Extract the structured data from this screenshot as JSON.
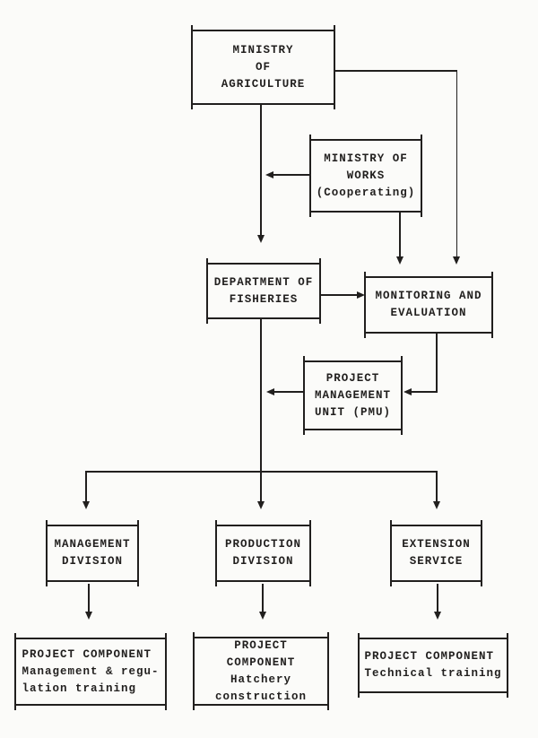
{
  "colors": {
    "ink": "#211f1e",
    "paper": "#fbfbf9"
  },
  "boxes": {
    "ministry_agriculture": {
      "label": "MINISTRY\nOF\nAGRICULTURE"
    },
    "ministry_works": {
      "label": "MINISTRY OF\nWORKS\n(Cooperating)"
    },
    "department_fisheries": {
      "label": "DEPARTMENT OF\nFISHERIES"
    },
    "monitoring_evaluation": {
      "label": "MONITORING AND\nEVALUATION"
    },
    "pmu": {
      "label": "PROJECT\nMANAGEMENT\nUNIT (PMU)"
    },
    "management_division": {
      "label": "MANAGEMENT\nDIVISION"
    },
    "production_division": {
      "label": "PRODUCTION\nDIVISION"
    },
    "extension_service": {
      "label": "EXTENSION\nSERVICE"
    },
    "component_management": {
      "label": "PROJECT COMPONENT\nManagement & regu-\nlation training"
    },
    "component_hatchery": {
      "label": "PROJECT COMPONENT\nHatchery\nconstruction"
    },
    "component_technical": {
      "label": "PROJECT COMPONENT\nTechnical training"
    }
  },
  "edges": [
    {
      "from": "ministry_agriculture",
      "to": "department_fisheries",
      "arrow": "down"
    },
    {
      "from": "ministry_agriculture",
      "to": "monitoring_evaluation",
      "arrow": "down"
    },
    {
      "from": "ministry_works",
      "to": "agriculture_fisheries_line",
      "arrow": "left"
    },
    {
      "from": "ministry_works",
      "to": "monitoring_evaluation",
      "arrow": "down"
    },
    {
      "from": "department_fisheries",
      "to": "monitoring_evaluation",
      "arrow": "right"
    },
    {
      "from": "monitoring_evaluation",
      "to": "pmu",
      "arrow": "left"
    },
    {
      "from": "pmu",
      "to": "fisheries_division_line",
      "arrow": "left"
    },
    {
      "from": "department_fisheries",
      "to": "management_division",
      "arrow": "down"
    },
    {
      "from": "department_fisheries",
      "to": "production_division",
      "arrow": "down"
    },
    {
      "from": "department_fisheries",
      "to": "extension_service",
      "arrow": "down"
    },
    {
      "from": "management_division",
      "to": "component_management",
      "arrow": "down"
    },
    {
      "from": "production_division",
      "to": "component_hatchery",
      "arrow": "down"
    },
    {
      "from": "extension_service",
      "to": "component_technical",
      "arrow": "down"
    }
  ]
}
